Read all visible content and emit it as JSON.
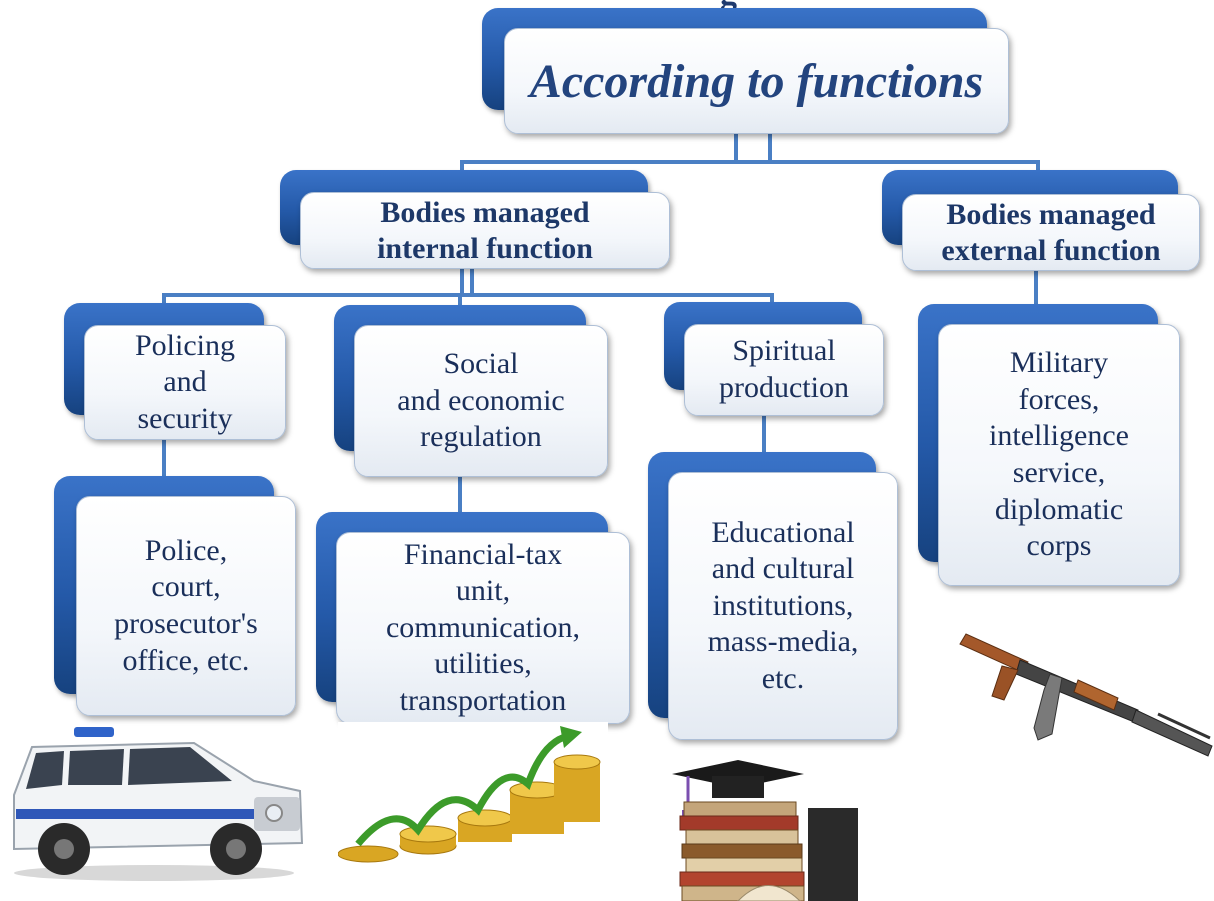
{
  "header_fragment": "g",
  "root": {
    "label": "According to functions"
  },
  "groups": [
    {
      "label": "Bodies managed\ninternal function"
    },
    {
      "label": "Bodies managed\nexternal function"
    }
  ],
  "categories": [
    {
      "label": "Policing\nand\nsecurity"
    },
    {
      "label": "Social\nand economic\nregulation"
    },
    {
      "label": "Spiritual\nproduction"
    },
    {
      "label": "Military\nforces,\nintelligence\nservice,\ndiplomatic\ncorps"
    }
  ],
  "examples": [
    {
      "label": "Police,\ncourt,\nprosecutor's\noffice, etc."
    },
    {
      "label": "Financial-tax\nunit,\ncommunication,\nutilities,\ntransportation"
    },
    {
      "label": "Educational\nand cultural\ninstitutions,\nmass-media,\netc."
    }
  ],
  "illustrations": [
    "police-car-icon",
    "coins-growth-icon",
    "books-graduation-cap-icon",
    "rifle-icon"
  ],
  "colors": {
    "box_back": "#2459a8",
    "box_front": "#f4f7fb",
    "connector": "#4a7fc4",
    "text": "#1a2f5a"
  }
}
